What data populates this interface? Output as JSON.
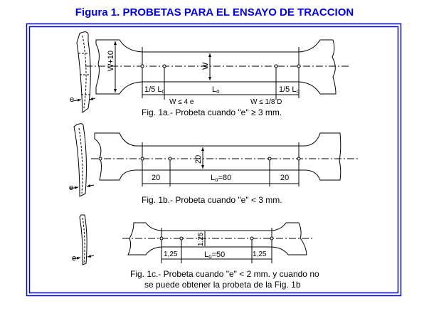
{
  "title": "Figura 1. PROBETAS PARA EL ENSAYO DE TRACCION",
  "border_color": "#0000e0",
  "fig1a": {
    "caption": "Fig. 1a.- Probeta cuando  \"e\" ≥ 3 mm.",
    "grip_width_label": "W+10",
    "width_label": "W",
    "end_left": {
      "text": "1/5 L",
      "sub": "o"
    },
    "gauge": {
      "text": "L",
      "sub": "o"
    },
    "end_right": {
      "text": "1/5 L",
      "sub": "o"
    },
    "cond_left": "W ≤ 4 e",
    "cond_right": "W ≤ 1/8 D",
    "thickness_label": "e"
  },
  "fig1b": {
    "caption": "Fig. 1b.- Probeta cuando \"e\" < 3 mm.",
    "width_label": "20",
    "end_left": "20",
    "gauge": {
      "text": "L",
      "sub": "o",
      "value": "=80"
    },
    "end_right": "20",
    "thickness_label": "e"
  },
  "fig1c": {
    "caption_line1": "Fig. 1c.- Probeta cuando \"e\" < 2 mm. y cuando no",
    "caption_line2": "se puede obtener la probeta de la Fig. 1b",
    "width_label": "1,25",
    "end_left": "1,25",
    "gauge": {
      "text": "L",
      "sub": "o",
      "value": "=50"
    },
    "end_right": "1,25",
    "thickness_label": "e"
  }
}
